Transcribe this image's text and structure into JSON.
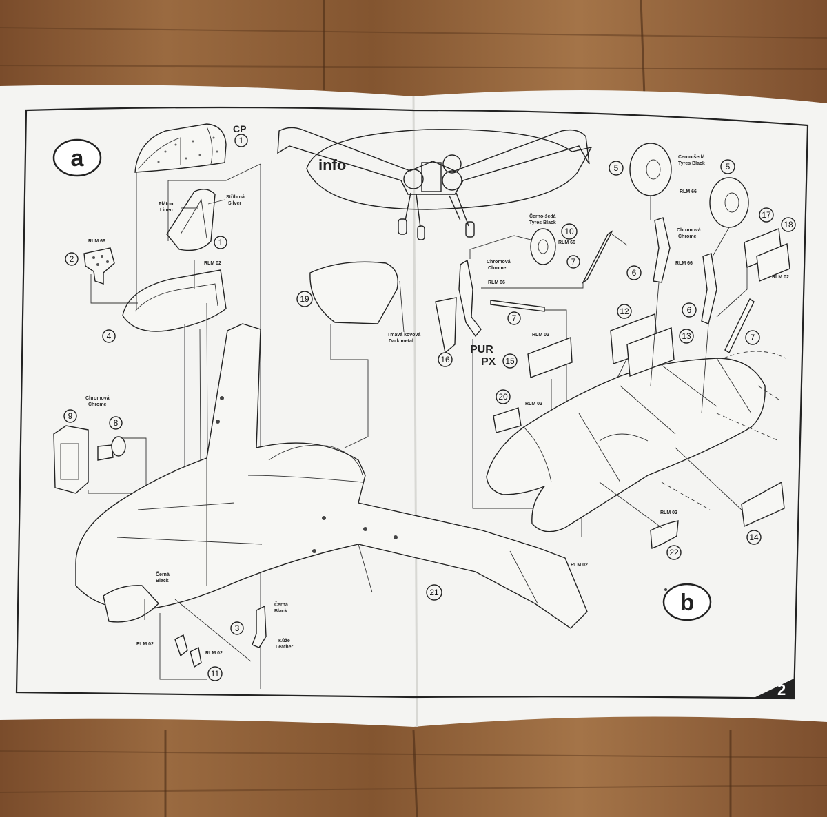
{
  "colors": {
    "paper": "#f4f4f2",
    "ink": "#222222",
    "wood": "#8a5a33"
  },
  "steps": {
    "a": "a",
    "b": "b"
  },
  "info": "info",
  "page_number": "2",
  "callouts": {
    "p1": "1",
    "cp": "CP",
    "p2": "2",
    "p3": "3",
    "p4": "4",
    "p5a": "5",
    "p5b": "5",
    "p6a": "6",
    "p6b": "6",
    "p7a": "7",
    "p7b": "7",
    "p7c": "7",
    "p8": "8",
    "p9": "9",
    "p10": "10",
    "p11": "11",
    "p12": "12",
    "p13": "13",
    "p14": "14",
    "p15": "15",
    "p16": "16",
    "p17": "17",
    "p18": "18",
    "p19": "19",
    "p20": "20",
    "p21": "21",
    "p22": "22"
  },
  "labels": {
    "platno": "Plátno",
    "linen": "Linen",
    "stribrna": "Stříbrná",
    "silver": "Silver",
    "rlm66_a": "RLM 66",
    "rlm02_a": "RLM 02",
    "chromova_a": "Chromová",
    "chrome_a": "Chrome",
    "cerna_a": "Černá",
    "black_a": "Black",
    "cerna_b": "Černá",
    "black_b": "Black",
    "kuze": "Kůže",
    "leather": "Leather",
    "rlm02_b": "RLM 02",
    "rlm02_c": "RLM 02",
    "tmava": "Tmavá kovová",
    "dark_metal": "Dark metal",
    "chromova_b": "Chromová",
    "chrome_b": "Chrome",
    "rlm66_b": "RLM 66",
    "cerno_seda_a": "Černo-šedá",
    "tyres_black_a": "Tyres Black",
    "rlm66_c": "RLM 66",
    "cerno_seda_b": "Černo-šedá",
    "tyres_black_b": "Tyres Black",
    "rlm66_d": "RLM 66",
    "chromova_c": "Chromová",
    "chrome_c": "Chrome",
    "rlm66_e": "RLM 66",
    "rlm02_d": "RLM 02",
    "rlm02_e": "RLM 02",
    "rlm02_f": "RLM 02",
    "rlm02_g": "RLM 02",
    "rlm02_h": "RLM 02",
    "pur": "PUR",
    "px": "PX"
  }
}
